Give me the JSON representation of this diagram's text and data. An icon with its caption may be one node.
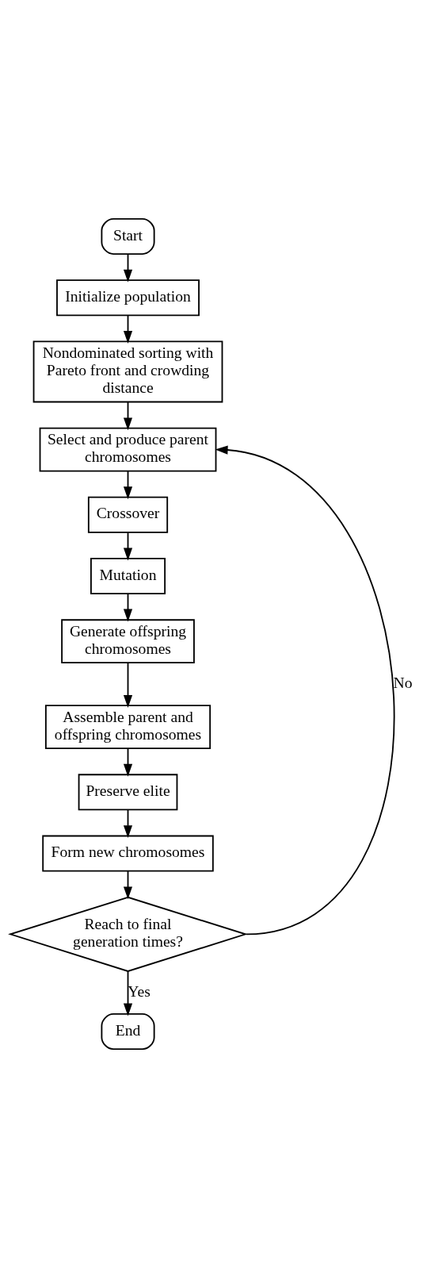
{
  "diagram": {
    "nodes": [
      {
        "text": [
          "Start"
        ]
      },
      {
        "text": [
          "Initialize population"
        ]
      },
      {
        "text": [
          "Nondominated sorting with Pareto front and crowding distance"
        ]
      },
      {
        "text": [
          "Select and produce parent chromosomes"
        ]
      },
      {
        "text": [
          "Crossover"
        ]
      },
      {
        "text": [
          "Mutation"
        ]
      },
      {
        "text": [
          "Generate offspring chromosomes"
        ]
      },
      {
        "text": [
          "Assemble parent and offspring chromosomes"
        ]
      },
      {
        "text": [
          "Preserve elite"
        ]
      },
      {
        "text": [
          "Form new chromosomes"
        ]
      },
      {
        "text": [
          "Reach to final generation times?"
        ]
      },
      {
        "text": [
          "End"
        ]
      }
    ],
    "edges": [
      {
        "from": 0,
        "to": 1,
        "arrow": "to"
      },
      {
        "from": 1,
        "to": 2,
        "arrow": "to"
      },
      {
        "from": 2,
        "to": 3,
        "arrow": "to"
      },
      {
        "from": 3,
        "to": 4,
        "arrow": "to"
      },
      {
        "from": 4,
        "to": 5,
        "arrow": "to"
      },
      {
        "from": 5,
        "to": 6,
        "arrow": "to"
      },
      {
        "from": 6,
        "to": 7,
        "arrow": "to"
      },
      {
        "from": 7,
        "to": 8,
        "arrow": "to"
      },
      {
        "from": 8,
        "to": 9,
        "arrow": "to"
      },
      {
        "from": 9,
        "to": 10,
        "arrow": "to"
      },
      {
        "from": 10,
        "to": 3,
        "arrow": "to",
        "label": "No"
      },
      {
        "from": 10,
        "to": 11,
        "arrow": "to",
        "label": "Yes"
      }
    ]
  }
}
